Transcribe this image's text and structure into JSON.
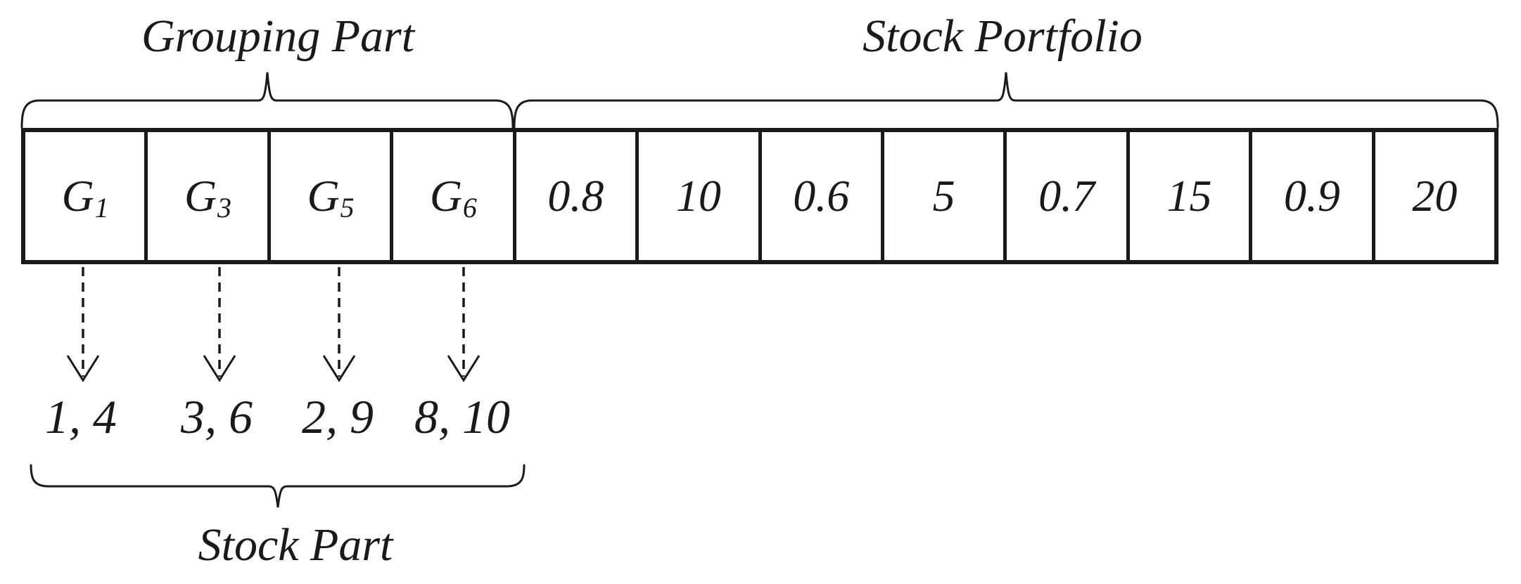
{
  "figure": {
    "grouping_part_label": "Grouping Part",
    "stock_portfolio_label": "Stock Portfolio",
    "stock_part_label": "Stock Part",
    "chromosome": {
      "grouping_cells": [
        {
          "gene": "G",
          "sub": "1",
          "stocks": "1, 4"
        },
        {
          "gene": "G",
          "sub": "3",
          "stocks": "3, 6"
        },
        {
          "gene": "G",
          "sub": "5",
          "stocks": "2, 9"
        },
        {
          "gene": "G",
          "sub": "6",
          "stocks": "8, 10"
        }
      ],
      "portfolio_cells": [
        "0.8",
        "10",
        "0.6",
        "5",
        "0.7",
        "15",
        "0.9",
        "20"
      ]
    },
    "colors": {
      "ink": "#1a1a1a",
      "background": "#ffffff"
    }
  }
}
